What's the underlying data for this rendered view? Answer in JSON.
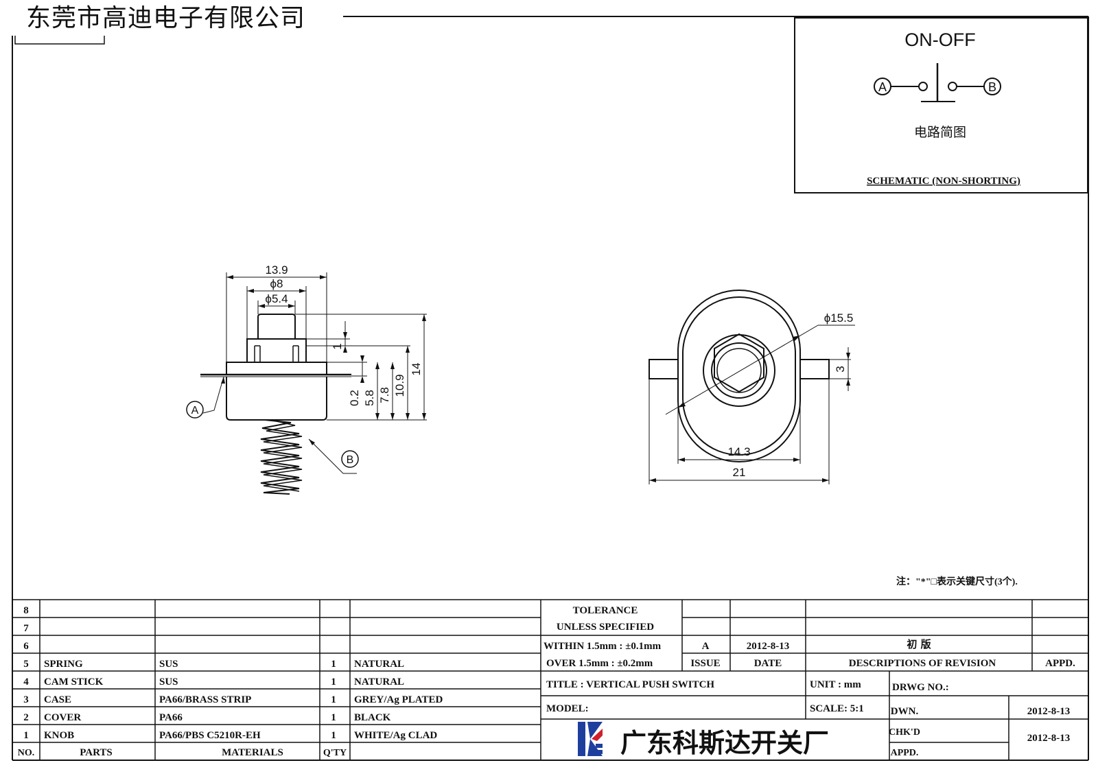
{
  "header": {
    "company": "东莞市高迪电子有限公司"
  },
  "schematic": {
    "mode": "ON-OFF",
    "terminal_a": "A",
    "terminal_b": "B",
    "circuit_label": "电路简图",
    "caption": "SCHEMATIC (NON-SHORTING)"
  },
  "side_view": {
    "dims": {
      "width_total": "13.9",
      "dia_8": "ϕ8",
      "dia_5_4": "ϕ5.4",
      "h_1": "1",
      "h_0_2": "0.2",
      "h_5_8": "5.8",
      "h_7_8": "7.8",
      "h_10_9": "10.9",
      "h_14": "14"
    },
    "callout_a": "A",
    "callout_b": "B"
  },
  "top_view": {
    "dims": {
      "dia_15_5": "ϕ15.5",
      "tab_3": "3",
      "width_14_3": "14.3",
      "width_21": "21"
    }
  },
  "note": "注：\"*\"□表示关键尺寸(3个).",
  "bom": {
    "rows": [
      {
        "no": "8",
        "part": "",
        "material": "",
        "qty": "",
        "finish": ""
      },
      {
        "no": "7",
        "part": "",
        "material": "",
        "qty": "",
        "finish": ""
      },
      {
        "no": "6",
        "part": "",
        "material": "",
        "qty": "",
        "finish": ""
      },
      {
        "no": "5",
        "part": "SPRING",
        "material": "SUS",
        "qty": "1",
        "finish": "NATURAL"
      },
      {
        "no": "4",
        "part": "CAM STICK",
        "material": "SUS",
        "qty": "1",
        "finish": "NATURAL"
      },
      {
        "no": "3",
        "part": "CASE",
        "material": "PA66/BRASS STRIP",
        "qty": "1",
        "finish": "GREY/Ag PLATED"
      },
      {
        "no": "2",
        "part": "COVER",
        "material": "PA66",
        "qty": "1",
        "finish": "BLACK"
      },
      {
        "no": "1",
        "part": "KNOB",
        "material": "PA66/PBS C5210R-EH",
        "qty": "1",
        "finish": "WHITE/Ag CLAD"
      }
    ],
    "headers": {
      "no": "NO.",
      "parts": "PARTS",
      "materials": "MATERIALS",
      "qty": "Q'TY"
    }
  },
  "title_block": {
    "tolerance_1": "TOLERANCE",
    "tolerance_2": "UNLESS  SPECIFIED",
    "within": "WITHIN 1.5mm : ±0.1mm",
    "over": "OVER 1.5mm : ±0.2mm",
    "rev_issue": "A",
    "rev_date": "2012-8-13",
    "rev_desc": "初 版",
    "h_issue": "ISSUE",
    "h_date": "DATE",
    "h_desc": "DESCRIPTIONS OF REVISION",
    "h_appd": "APPD.",
    "title": "TITLE :  VERTICAL PUSH SWITCH",
    "unit": "UNIT :  mm",
    "drwg_no": "DRWG NO.:",
    "model": "MODEL:",
    "scale": "SCALE:  5:1",
    "dwn": "DWN.",
    "dwn_date": "2012-8-13",
    "chkd": "CHK'D",
    "chkd_date": "2012-8-13",
    "appd": "APPD.",
    "factory": "广东科斯达开关厂",
    "logo_colors": {
      "blue": "#1f3f9e",
      "red": "#d0202a"
    }
  }
}
